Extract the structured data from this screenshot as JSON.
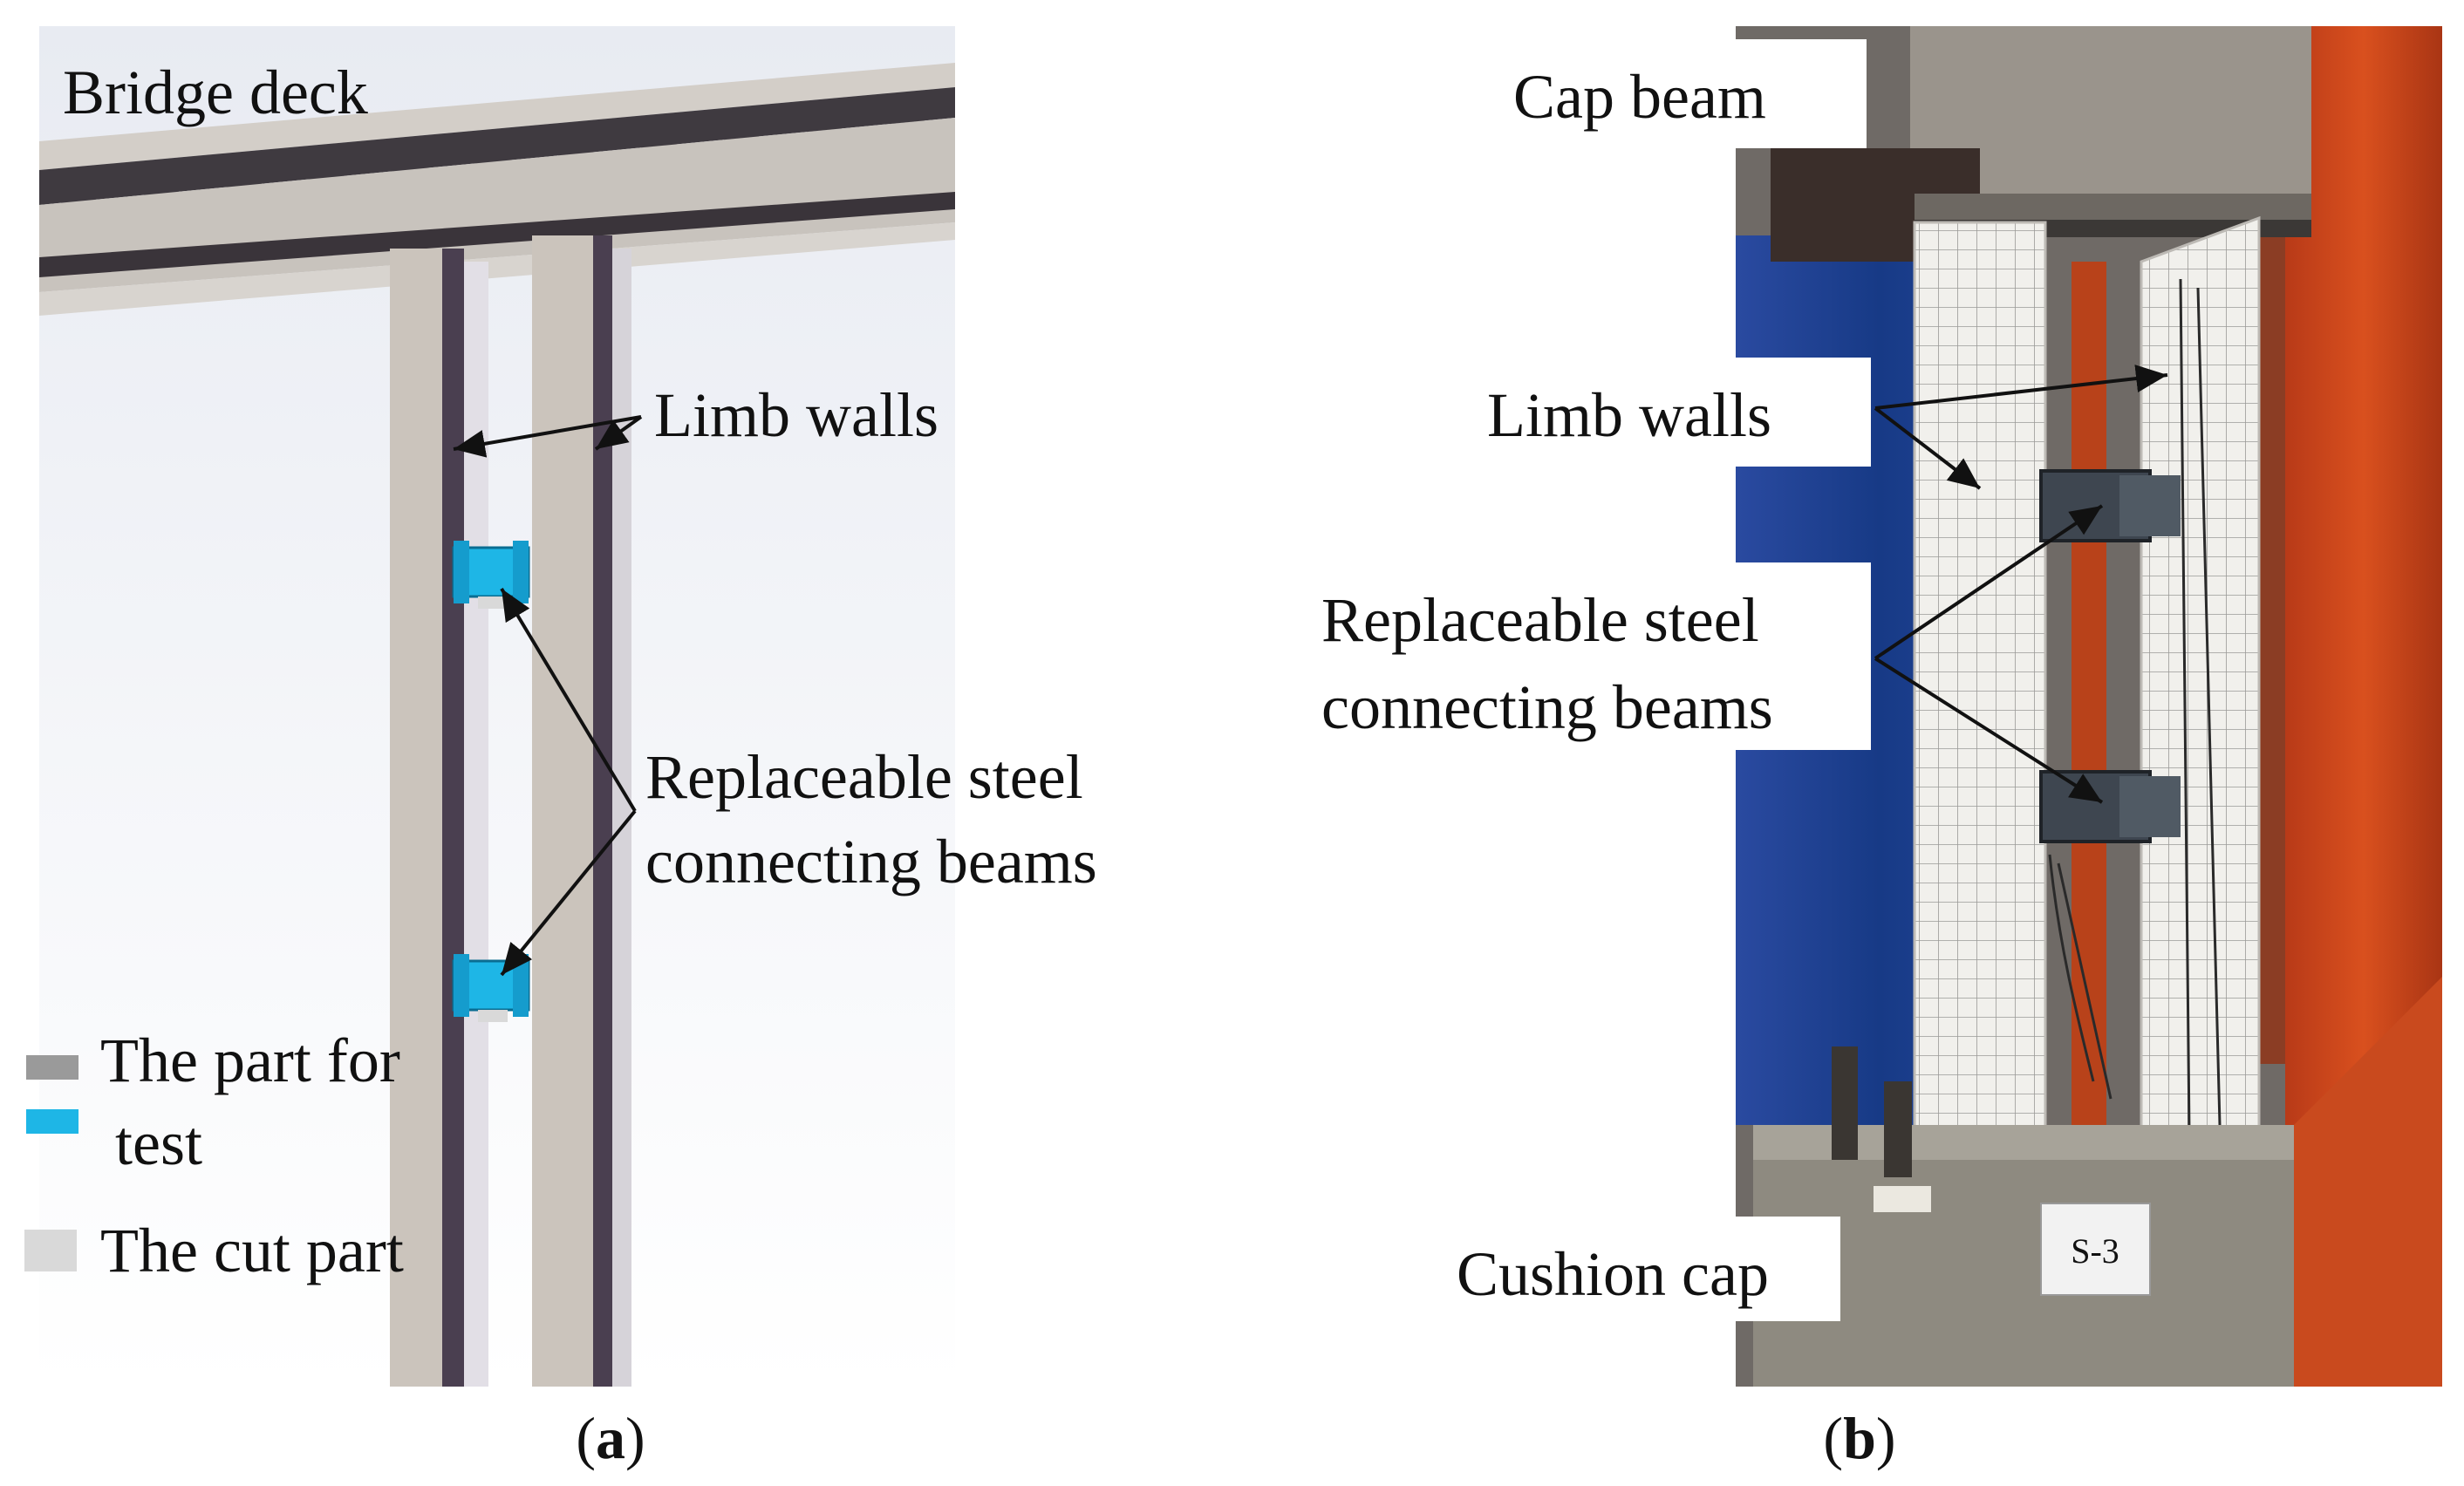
{
  "panel_a": {
    "labels": {
      "bridge_deck": "Bridge deck",
      "limb_walls": "Limb walls",
      "beams_line1": "Replaceable steel",
      "beams_line2": "connecting beams"
    },
    "legend": {
      "item_test_line1": "The part for",
      "item_test_line2": "test",
      "item_cut": "The cut part"
    },
    "caption_open": "(",
    "caption_letter": "a",
    "caption_close": ")"
  },
  "panel_b": {
    "labels": {
      "cap_beam": "Cap beam",
      "limb_walls": "Limb walls",
      "beams_line1": "Replaceable steel",
      "beams_line2": "connecting beams",
      "cushion_cap": "Cushion cap",
      "specimen_tag": "S-3"
    },
    "caption_open": "(",
    "caption_letter": "b",
    "caption_close": ")"
  },
  "colors": {
    "test_part": "#9a9a9a",
    "steel_beam": "#1eb6e6",
    "cut_part": "#d9d9d9",
    "deck_dark": "#3f3a40",
    "deck_light": "#c8c3bd",
    "wall_face": "#cfc8c0",
    "wall_side": "#4a3f50",
    "blue_tarp": "#1d3e8c",
    "red_frame": "#c8431c",
    "concrete": "#8e8a80"
  }
}
